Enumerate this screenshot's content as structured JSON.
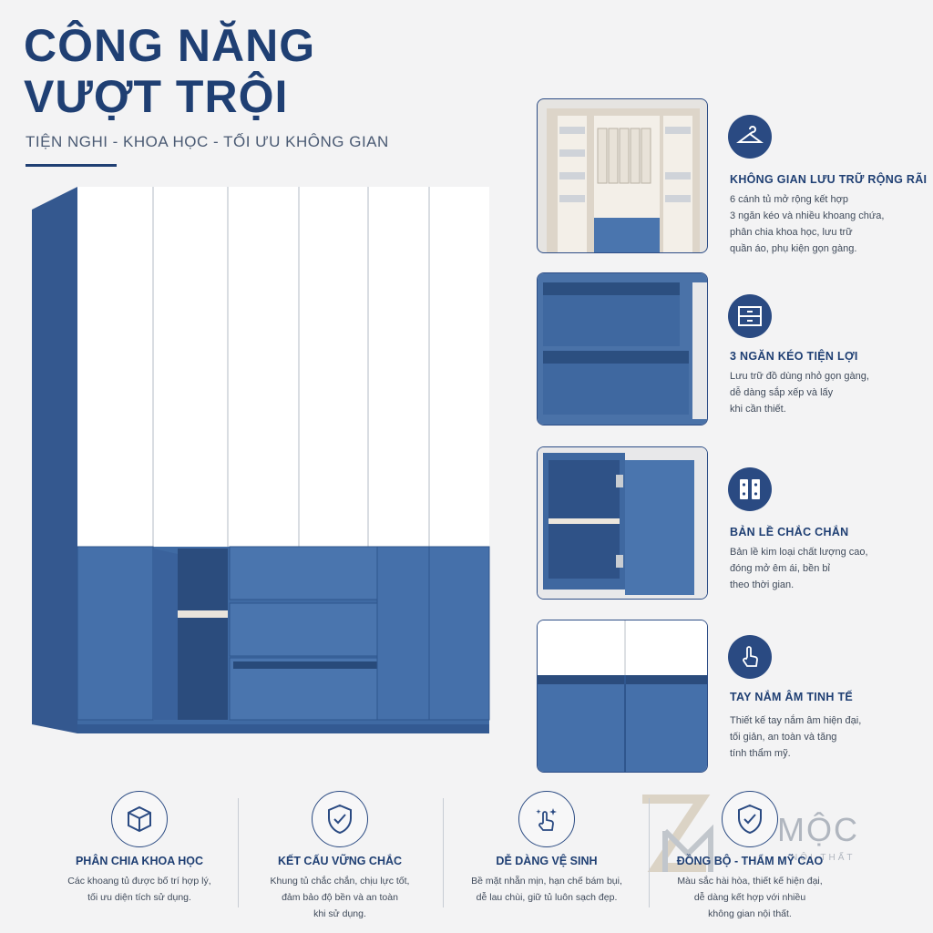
{
  "heading": {
    "line1": "CÔNG NĂNG",
    "line2": "VƯỢT TRỘI",
    "subtitle": "TIỆN NGHI - KHOA HỌC - TỐI ƯU KHÔNG GIAN"
  },
  "features": [
    {
      "icon": "hanger-icon",
      "title": "KHÔNG GIAN LƯU TRỮ RỘNG RÃI",
      "lines": [
        "6 cánh tủ mở rộng kết hợp",
        "3 ngăn kéo và nhiều khoang chứa,",
        "phân chia khoa học, lưu trữ",
        "quần áo, phụ kiện gọn gàng."
      ]
    },
    {
      "icon": "drawer-icon",
      "title": "3 NGĂN KÉO TIỆN LỢI",
      "lines": [
        "Lưu trữ đồ dùng nhỏ gọn gàng,",
        "dễ dàng sắp xếp và lấy",
        "khi cần thiết."
      ]
    },
    {
      "icon": "hinge-icon",
      "title": "BẢN LỀ CHẮC CHẮN",
      "lines": [
        "Bản lề kim loại chất lượng cao,",
        "đóng mở êm ái, bền bỉ",
        "theo thời gian."
      ]
    },
    {
      "icon": "touch-icon",
      "title": "TAY NẮM ÂM TINH TẾ",
      "lines": [
        "Thiết kế tay nắm âm hiện đại,",
        "tối giản, an toàn và tăng",
        "tính thẩm mỹ."
      ]
    }
  ],
  "bottom": [
    {
      "icon": "box-icon",
      "title": "PHÂN CHIA KHOA HỌC",
      "lines": [
        "Các khoang tủ được bố trí hợp lý,",
        "tối ưu diện tích sử dụng."
      ]
    },
    {
      "icon": "shield-check-icon",
      "title": "KẾT CẤU VỮNG CHẮC",
      "lines": [
        "Khung tủ chắc chắn, chịu lực tốt,",
        "đảm bảo độ bền và an toàn",
        "khi sử dụng."
      ]
    },
    {
      "icon": "sparkle-hand-icon",
      "title": "DỄ DÀNG VỆ SINH",
      "lines": [
        "Bề mặt nhẵn mịn, hạn chế bám bụi,",
        "dễ lau chùi, giữ tủ luôn sạch đẹp."
      ]
    },
    {
      "icon": "shield-check-icon",
      "title": "ĐỒNG BỘ - THẨM MỸ CAO",
      "lines": [
        "Màu sắc hài hòa, thiết kế hiện đại,",
        "dễ dàng kết hợp với nhiều",
        "không gian nội thất."
      ]
    }
  ],
  "logo": {
    "name": "Z-MỘC",
    "tagline": "NỘI THẤT"
  },
  "colors": {
    "navy": "#1f3f73",
    "cabinet_blue": "#3f6aa3",
    "white_door": "#ffffff",
    "background": "#f3f3f4"
  }
}
